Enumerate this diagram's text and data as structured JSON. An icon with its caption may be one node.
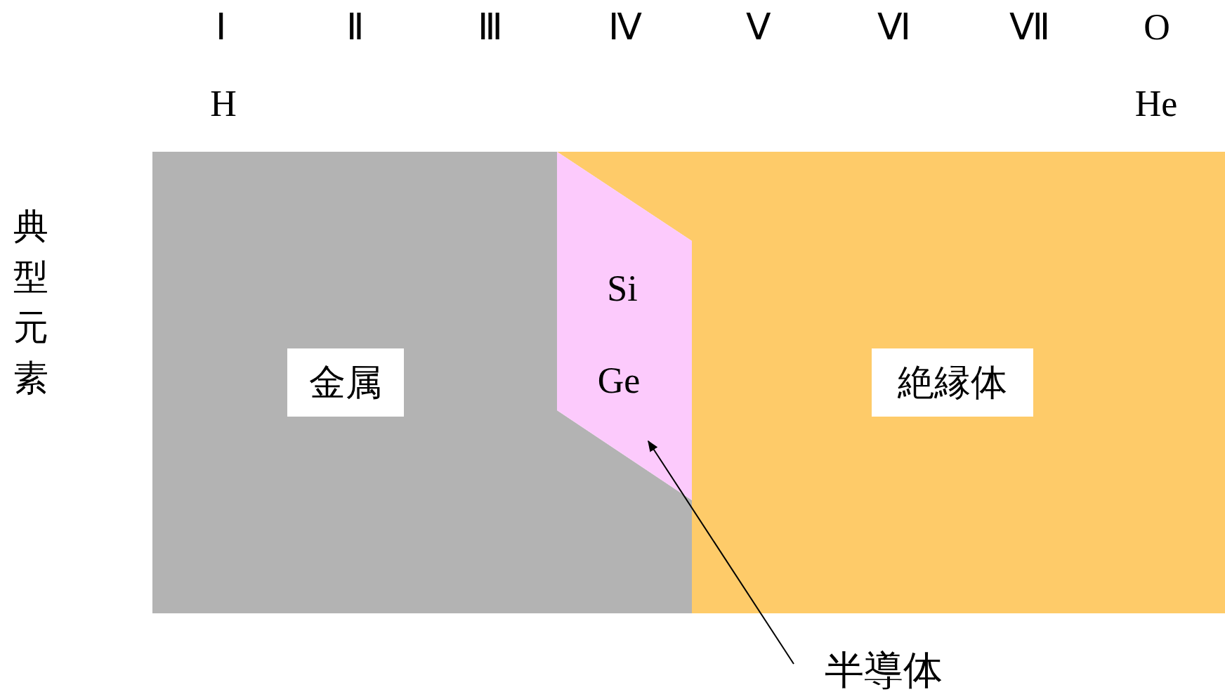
{
  "diagram": {
    "nodes": [
      {
        "text": [],
        "shape": "box"
      },
      {
        "text": [
          "金属"
        ],
        "in": 0
      },
      {
        "text": [
          "Si",
          "Ge"
        ]
      },
      {
        "text": [],
        "shape": "box"
      },
      {
        "text": [
          "絶縁体"
        ],
        "in": 3
      },
      {
        "text": [
          "半導体"
        ]
      }
    ],
    "edges": [
      {
        "from": 5,
        "to": 2,
        "arrow": "to"
      }
    ],
    "labels": [
      "Ⅰ",
      "Ⅱ",
      "Ⅲ",
      "Ⅳ",
      "Ⅴ",
      "Ⅵ",
      "Ⅶ",
      "O",
      "H",
      "He",
      "典型元素"
    ]
  }
}
